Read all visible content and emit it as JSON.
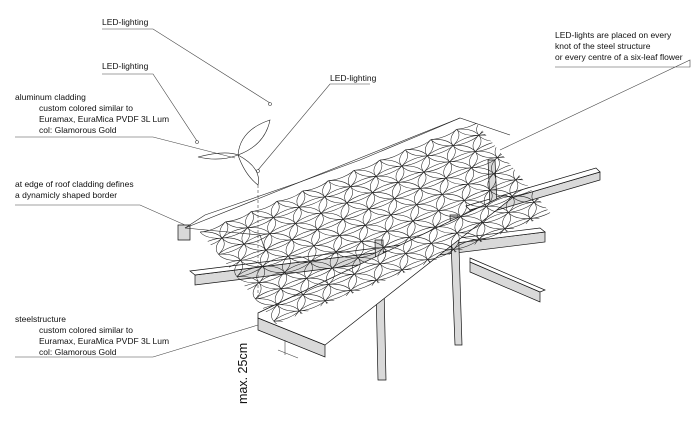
{
  "labels": {
    "led1": "LED-lighting",
    "led2": "LED-lighting",
    "led3": "LED-lighting",
    "aluminum": {
      "title": "aluminum cladding",
      "line1": "custom colored similar to",
      "line2": "Euramax, EuraMica PVDF 3L Lum",
      "line3": "col: Glamorous Gold"
    },
    "edge": {
      "line1": "at edge of roof cladding defines",
      "line2": "a dynamicly shaped border"
    },
    "steel": {
      "title": "steelstructure",
      "line1": "custom colored similar to",
      "line2": "Euramax, EuraMica PVDF 3L Lum",
      "line3": "col: Glamorous Gold"
    },
    "ledlights": {
      "line1": "LED-lights are placed on every",
      "line2": "knot of the steel structure",
      "line3": "or every centre of a six-leaf flower"
    },
    "dimension": "max. 25cm"
  }
}
